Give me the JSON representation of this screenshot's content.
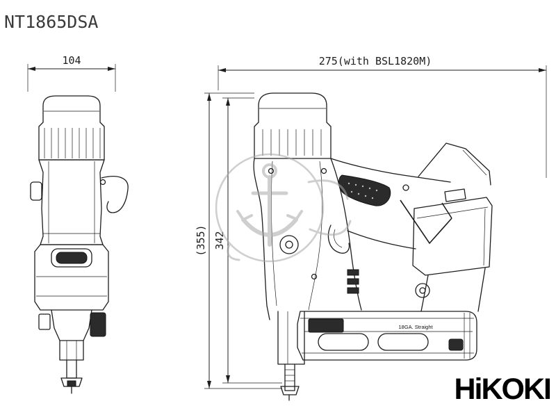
{
  "page": {
    "title": "NT1865DSA",
    "background": "#ffffff"
  },
  "dimensions": {
    "front_width": "104",
    "side_length": "275(with BSL1820M)",
    "overall_height": "(355)",
    "body_height": "342"
  },
  "drawing": {
    "front_view_name": "front-view",
    "side_view_name": "side-view",
    "magazine_label": "18GA. Straight"
  },
  "branding": {
    "logo_text": "HiKOKI",
    "logo_color": "#000000"
  },
  "watermark": {
    "icon": "anchor-icon",
    "color": "#a9a9a9"
  },
  "colors": {
    "line": "#1d1d1b",
    "dark_fill": "#2b2b2b",
    "background": "#ffffff"
  }
}
